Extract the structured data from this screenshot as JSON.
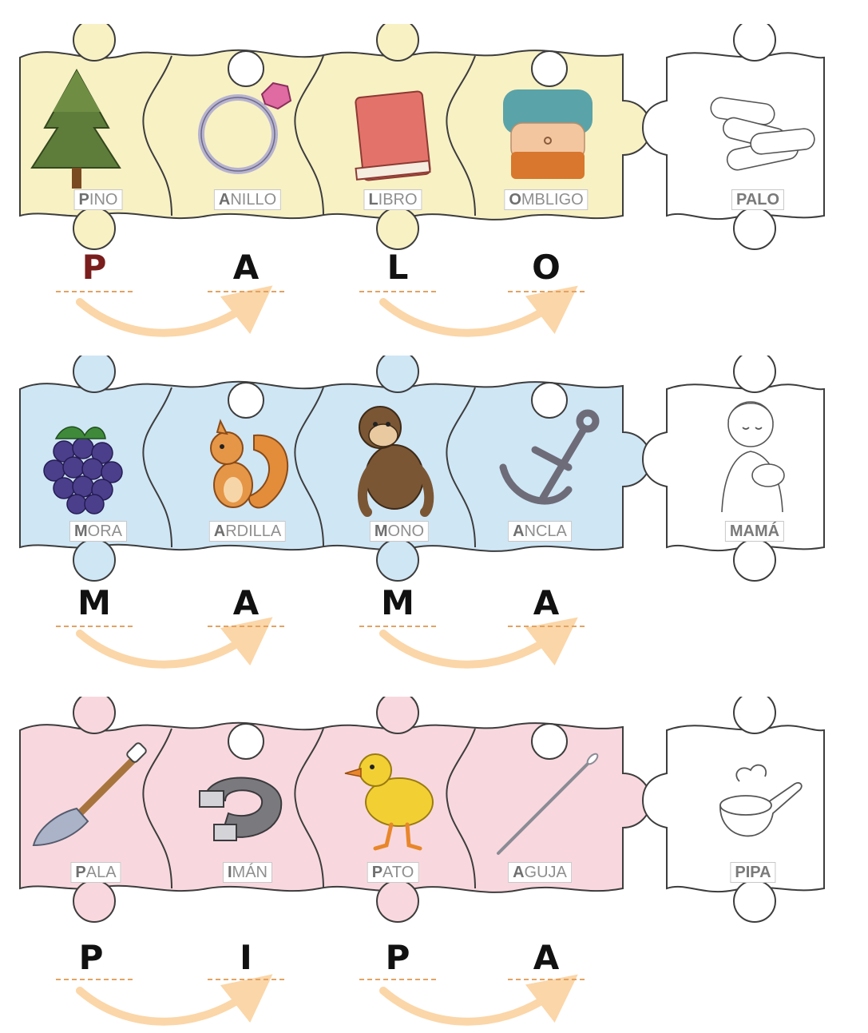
{
  "colors": {
    "accent_letter": "#7a1d1d",
    "arrow": "#fbd6a8",
    "puzzle_row_1": "#f8f1c4",
    "puzzle_row_2": "#cfe6f5",
    "puzzle_row_3": "#f8d8de"
  },
  "rows": [
    {
      "pieces": [
        {
          "icon": "pine-tree-icon",
          "label_first": "P",
          "label_rest": "INO"
        },
        {
          "icon": "ring-icon",
          "label_first": "A",
          "label_rest": "NILLO"
        },
        {
          "icon": "book-icon",
          "label_first": "L",
          "label_rest": "IBRO"
        },
        {
          "icon": "belly-button-icon",
          "label_first": "O",
          "label_rest": "MBLIGO"
        }
      ],
      "target": {
        "icon": "logs-icon",
        "word": "PALO"
      },
      "letters": [
        "P",
        "A",
        "L",
        "O"
      ]
    },
    {
      "pieces": [
        {
          "icon": "blackberry-icon",
          "label_first": "M",
          "label_rest": "ORA"
        },
        {
          "icon": "squirrel-icon",
          "label_first": "A",
          "label_rest": "RDILLA"
        },
        {
          "icon": "monkey-icon",
          "label_first": "M",
          "label_rest": "ONO"
        },
        {
          "icon": "anchor-icon",
          "label_first": "A",
          "label_rest": "NCLA"
        }
      ],
      "target": {
        "icon": "mother-and-baby-icon",
        "word": "MAMÁ"
      },
      "letters": [
        "M",
        "A",
        "M",
        "A"
      ]
    },
    {
      "pieces": [
        {
          "icon": "shovel-icon",
          "label_first": "P",
          "label_rest": "ALA"
        },
        {
          "icon": "magnet-icon",
          "label_first": "I",
          "label_rest": "MÁN"
        },
        {
          "icon": "duck-icon",
          "label_first": "P",
          "label_rest": "ATO"
        },
        {
          "icon": "needle-icon",
          "label_first": "A",
          "label_rest": "GUJA"
        }
      ],
      "target": {
        "icon": "smoking-pipe-icon",
        "word": "PIPA"
      },
      "letters": [
        "P",
        "I",
        "P",
        "A"
      ]
    }
  ]
}
